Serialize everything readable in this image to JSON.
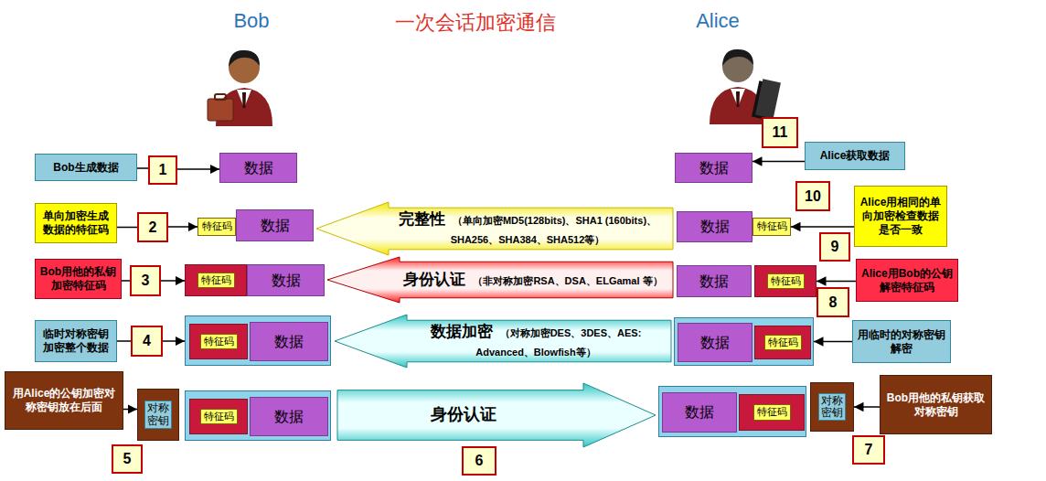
{
  "diagram": {
    "title": "一次会话加密通信",
    "nodes": [
      {
        "text": [
          "Bob生成数据"
        ]
      },
      {
        "text": [
          "1"
        ]
      },
      {
        "text": [
          "数据"
        ]
      },
      {
        "text": [
          "11"
        ]
      },
      {
        "text": [
          "数据"
        ]
      },
      {
        "text": [
          "Alice获取数据"
        ]
      },
      {
        "text": [
          "单向加密生成数据的特征码"
        ]
      },
      {
        "text": [
          "2"
        ]
      },
      {
        "text": [
          "特征码"
        ]
      },
      {
        "text": [
          "数据"
        ]
      },
      {
        "text": [
          "完整性",
          "（单向加密MD5(128bits)、SHA1 (160bits)、SHA256、SHA384、SHA512等）"
        ]
      },
      {
        "text": [
          "数据"
        ]
      },
      {
        "text": [
          "特征码"
        ]
      },
      {
        "text": [
          "10"
        ]
      },
      {
        "text": [
          "Alice用相同的单向加密检查数据是否一致"
        ]
      },
      {
        "text": [
          "Bob用他的私钥加密特征码"
        ]
      },
      {
        "text": [
          "3"
        ]
      },
      {
        "text": [
          "特征码"
        ]
      },
      {
        "text": [
          "数据"
        ]
      },
      {
        "text": [
          "身份认证",
          "（非对称加密RSA、DSA、ELGamal 等）"
        ]
      },
      {
        "text": [
          "数据"
        ]
      },
      {
        "text": [
          "特征码"
        ]
      },
      {
        "text": [
          "9"
        ]
      },
      {
        "text": [
          "Alice用Bob的公钥解密特征码"
        ]
      },
      {
        "text": [
          "临时对称密钥加密整个数据"
        ]
      },
      {
        "text": [
          "4"
        ]
      },
      {
        "text": []
      },
      {
        "text": [
          "特征码"
        ],
        "in": 26
      },
      {
        "text": [
          "数据"
        ],
        "in": 26
      },
      {
        "text": [
          "数据加密",
          "（对称加密DES、3DES、AES: Advanced、Blowfish等）"
        ]
      },
      {
        "text": []
      },
      {
        "text": [
          "数据"
        ],
        "in": 30
      },
      {
        "text": [
          "特征码"
        ],
        "in": 30
      },
      {
        "text": [
          "8"
        ]
      },
      {
        "text": [
          "用临时的对称密钥解密"
        ]
      },
      {
        "text": [
          "用Alice的公钥加密对称密钥放在后面"
        ]
      },
      {
        "text": [
          "5"
        ]
      },
      {
        "text": [
          "对称密钥"
        ]
      },
      {
        "text": []
      },
      {
        "text": [
          "特征码"
        ],
        "in": 38
      },
      {
        "text": [
          "数据"
        ],
        "in": 38
      },
      {
        "text": [
          "身份认证"
        ]
      },
      {
        "text": [
          "6"
        ]
      },
      {
        "text": []
      },
      {
        "text": [
          "数据"
        ],
        "in": 43
      },
      {
        "text": [
          "特征码"
        ],
        "in": 43
      },
      {
        "text": [
          "对称密钥"
        ]
      },
      {
        "text": [
          "7"
        ]
      },
      {
        "text": [
          "Bob用他的私钥获取对称密钥"
        ]
      }
    ],
    "edges": [
      {
        "from": 0,
        "to": 1,
        "arrow": "none"
      },
      {
        "from": 1,
        "to": 2,
        "arrow": "to"
      },
      {
        "from": 5,
        "to": 4,
        "arrow": "to"
      },
      {
        "from": 6,
        "to": 7,
        "arrow": "none"
      },
      {
        "from": 7,
        "to": 8,
        "arrow": "to"
      },
      {
        "from": 14,
        "to": 12,
        "arrow": "to"
      },
      {
        "from": 15,
        "to": 16,
        "arrow": "none"
      },
      {
        "from": 16,
        "to": 17,
        "arrow": "to"
      },
      {
        "from": 23,
        "to": 21,
        "arrow": "to"
      },
      {
        "from": 24,
        "to": 25,
        "arrow": "none"
      },
      {
        "from": 25,
        "to": 26,
        "arrow": "to"
      },
      {
        "from": 34,
        "to": 30,
        "arrow": "to"
      },
      {
        "from": 35,
        "to": 37,
        "arrow": "to"
      },
      {
        "from": 48,
        "to": 46,
        "arrow": "to"
      }
    ],
    "labels": [
      "Bob",
      "Alice"
    ]
  }
}
